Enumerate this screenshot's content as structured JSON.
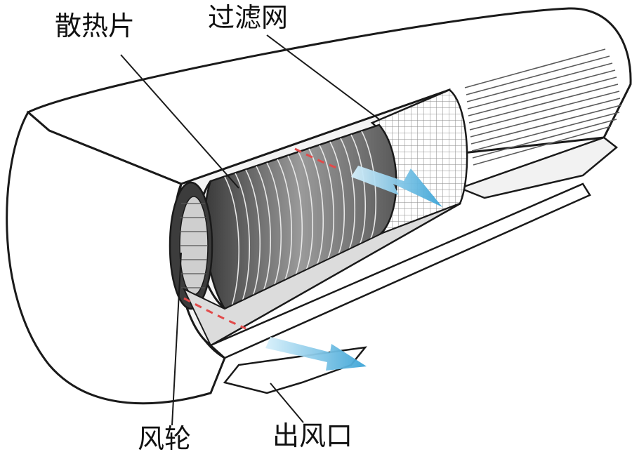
{
  "labels": {
    "heatsink": "散热片",
    "filter": "过滤网",
    "fan": "风轮",
    "outlet": "出风口"
  },
  "colors": {
    "airflow": "#4fb3e0",
    "airflow_light": "#bfe6f6",
    "refrigerant_line": "#e24a4a",
    "outline": "#1a1a1a",
    "housing": "#ffffff",
    "shadow": "#e9e9e9"
  }
}
